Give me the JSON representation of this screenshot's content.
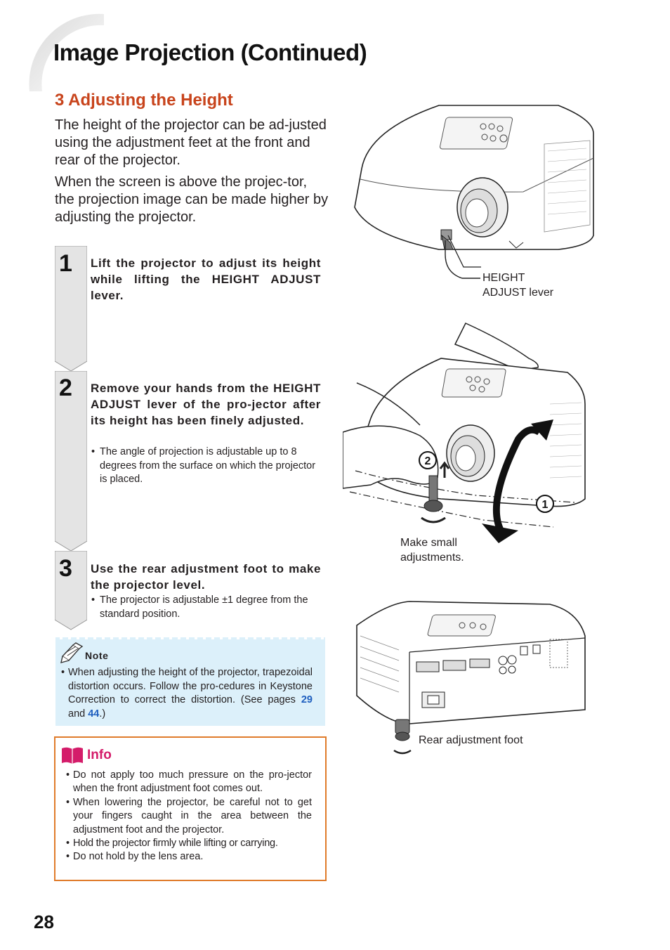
{
  "header": {
    "title": "Image Projection (Continued)"
  },
  "section": {
    "heading": "3 Adjusting the Height",
    "intro": [
      "The height of the projector can be ad-justed using the adjustment feet at the front and rear of the projector.",
      "When the screen is above the projec-tor, the projection image can be made higher by adjusting the projector."
    ]
  },
  "steps": [
    {
      "number": "1",
      "text": "Lift the projector to adjust its height while lifting the HEIGHT ADJUST lever."
    },
    {
      "number": "2",
      "text": "Remove your hands from the HEIGHT ADJUST lever of the pro-jector after its height has been finely adjusted.",
      "note": "The angle of projection is adjustable up to 8 degrees from the surface on which the projector is placed."
    },
    {
      "number": "3",
      "text": "Use the rear adjustment foot to make the projector level.",
      "note": "The projector is adjustable ±1 degree from the standard position."
    }
  ],
  "note": {
    "label": "Note",
    "text_before": "When adjusting the height of the projector, trapezoidal distortion occurs. Follow the pro-cedures in Keystone Correction to correct the distortion. (See pages ",
    "page_a": "29",
    "and_word": " and ",
    "page_b": "44",
    "text_after": ".)"
  },
  "info": {
    "label": "Info",
    "items": [
      "Do not apply too much pressure on the pro-jector when the front adjustment foot comes out.",
      "When lowering the projector, be careful not to get your fingers caught in the area between the adjustment foot and the projector.",
      "Hold the projector firmly while lifting or carrying.",
      "Do not hold by the lens area."
    ]
  },
  "figures": {
    "height_adjust_label_1": "HEIGHT",
    "height_adjust_label_2": "ADJUST lever",
    "small_adjust_label_1": "Make small",
    "small_adjust_label_2": "adjustments.",
    "rear_foot_label": "Rear adjustment foot",
    "callout_1": "1",
    "callout_2": "2"
  },
  "page_number": "28",
  "colors": {
    "heading": "#c8441c",
    "note_bg": "#dcf0fa",
    "info_border": "#e07b2a",
    "info_label": "#d41c6a",
    "link": "#1f5fbf"
  }
}
